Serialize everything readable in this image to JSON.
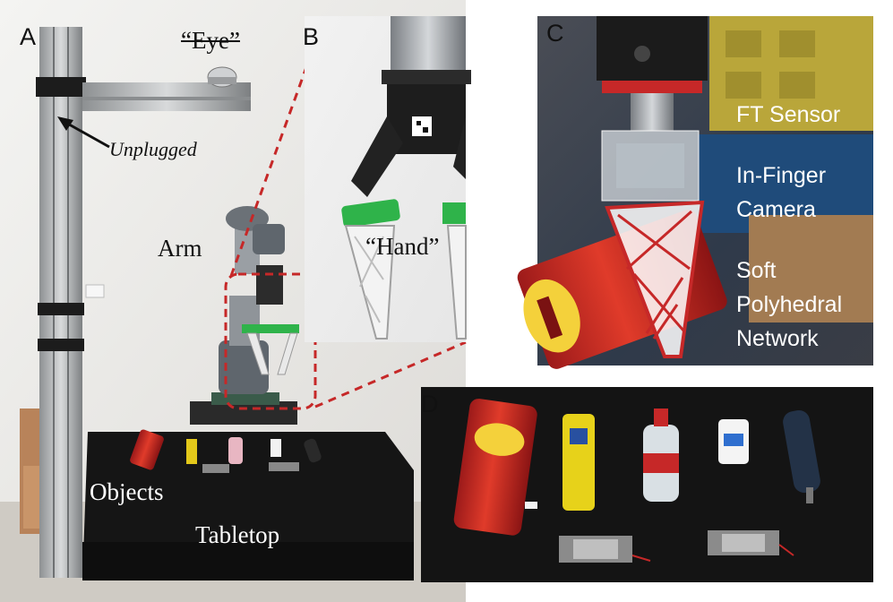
{
  "panels": {
    "a": "A",
    "b": "B",
    "c": "C",
    "d": "D"
  },
  "labels": {
    "eye": "“Eye”",
    "unplugged": "Unplugged",
    "arm": "Arm",
    "hand": "“Hand”",
    "objects": "Objects",
    "tabletop": "Tabletop",
    "ft_sensor": "FT Sensor",
    "in_finger_line1": "In-Finger",
    "in_finger_line2": "Camera",
    "soft_line1": "Soft",
    "soft_line2": "Polyhedral",
    "soft_line3": "Network"
  },
  "colors": {
    "accent_red": "#c62828",
    "gripper_green": "#2fb34a",
    "table_black": "#151515"
  }
}
